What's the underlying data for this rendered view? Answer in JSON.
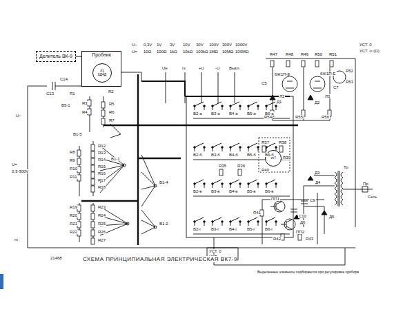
{
  "diagram": {
    "caption": "СХЕМА ПРИНЦИПИАЛЬНАЯ ЭЛЕКТРИЧЕСКАЯ ВК7-9",
    "nodes": [
      {
        "text": [
          "Делитель ВК-9"
        ]
      },
      {
        "text": [
          "Пробник"
        ]
      },
      {
        "text": [
          "Л1",
          "6Д4Д"
        ],
        "in": 1
      },
      {
        "text": [
          "ИП"
        ]
      }
    ],
    "edges": [
      {
        "from": 0,
        "to": 1,
        "arrow": "none"
      }
    ],
    "labels": [
      "C13",
      "C14",
      "R1",
      "R2",
      "R3",
      "R4",
      "R5",
      "R6",
      "R7",
      "В5-1",
      "U~",
      "В1-5",
      "U=",
      "0,3-300V",
      "R8",
      "R9",
      "R10",
      "R11",
      "R12",
      "R13",
      "R14",
      "R15",
      "R16",
      "R17",
      "R18",
      "В1-1",
      "В1-4",
      "В1-2",
      "rx",
      "R19",
      "R20",
      "R21",
      "R22",
      "R23",
      "R24",
      "R25",
      "R26",
      "R27",
      "U~",
      "U=",
      "0,3V",
      "1V",
      "3V",
      "10V",
      "30V",
      "100V",
      "300V",
      "1000V",
      "10Ω",
      "100Ω",
      "1kΩ",
      "10kΩ",
      "100kΩ",
      "1MΩ",
      "10MΩ",
      "100MΩ",
      "Uн",
      "rx",
      "+U",
      "-U",
      "Выкл.",
      "В2-а",
      "В3-а",
      "В4-а",
      "В5-а",
      "В6-а",
      "В2-б",
      "В3-б",
      "В4-б",
      "В5-б",
      "В6-б",
      "В2-в",
      "В3-в",
      "В4-в",
      "В5-в",
      "В6-в",
      "В2-г",
      "В3-г",
      "В4-г",
      "В5-г",
      "В6-г",
      "R35",
      "R36",
      "R37",
      "R38",
      "R39",
      "R40",
      "R47",
      "R48",
      "R49",
      "R50",
      "R51",
      "УСТ. 0",
      "УСТ. ∞ (Ω)",
      "Л2",
      "6Ж1П-Е",
      "Л3",
      "6Ж1П-Е",
      "C5",
      "C7",
      "R52",
      "R53",
      "Д1",
      "Д2",
      "R54",
      "R55",
      "R56",
      "Тр",
      "Пр",
      "Сеть",
      "Д3",
      "Д4",
      "Д5",
      "Д6",
      "ПП1",
      "ПП2",
      "R41",
      "R42",
      "R43",
      "C9",
      "C10",
      "УСТ. 0",
      "УСТ. ∞",
      "21468",
      "Выделенные элементы подбираются при регулировке прибора"
    ]
  }
}
